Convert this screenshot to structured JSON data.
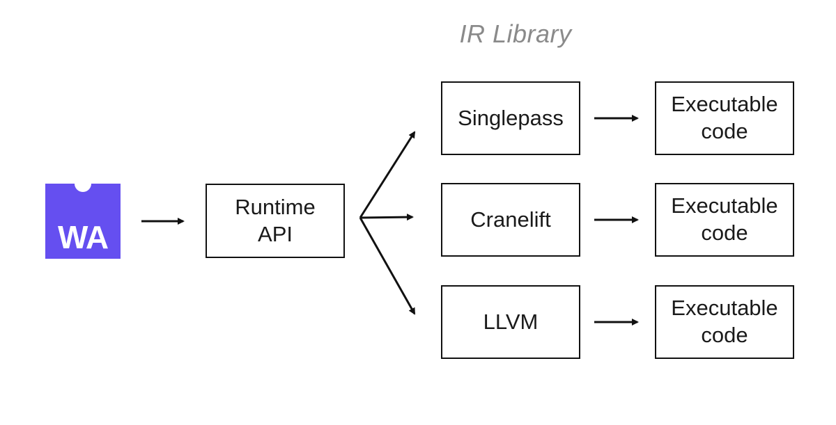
{
  "diagram": {
    "title": "IR Library",
    "logo": {
      "icon": "webassembly-logo-icon",
      "text": "WA",
      "color": "#654FF0"
    },
    "runtime": {
      "label": "Runtime\nAPI"
    },
    "compilers": [
      {
        "label": "Singlepass"
      },
      {
        "label": "Cranelift"
      },
      {
        "label": "LLVM"
      }
    ],
    "outputs": [
      {
        "label": "Executable\ncode"
      },
      {
        "label": "Executable\ncode"
      },
      {
        "label": "Executable\ncode"
      }
    ]
  }
}
